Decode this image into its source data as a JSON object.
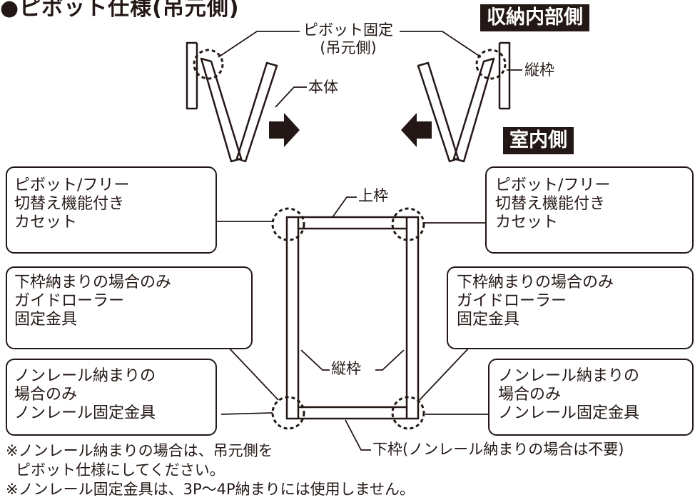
{
  "title": "●ピボット仕様(吊元側)",
  "badges": {
    "storage_side": "収納内部側",
    "indoor_side": "室内側"
  },
  "labels": {
    "pivot_fixed": [
      "ピボット固定",
      "(吊元側)"
    ],
    "frame_vertical_top": "縦枠",
    "body": "本体",
    "top_frame": "上枠",
    "frame_vertical_mid": "縦枠",
    "bottom_frame": "下枠(ノンレール納まりの場合は不要)"
  },
  "callouts": {
    "cassette": [
      "ピボット/フリー",
      "切替え機能付き",
      "カセット"
    ],
    "guide_roller": [
      "下枠納まりの場合のみ",
      "ガイドローラー",
      "固定金具"
    ],
    "nonrail": [
      "ノンレール納まりの",
      "場合のみ",
      "ノンレール固定金具"
    ]
  },
  "notes": [
    "※ノンレール納まりの場合は、吊元側を",
    " ピボット仕様にしてください。",
    "※ノンレール固定金具は、3P〜4P納まりには使用しません。"
  ],
  "colors": {
    "ink": "#231815",
    "background": "#ffffff"
  }
}
